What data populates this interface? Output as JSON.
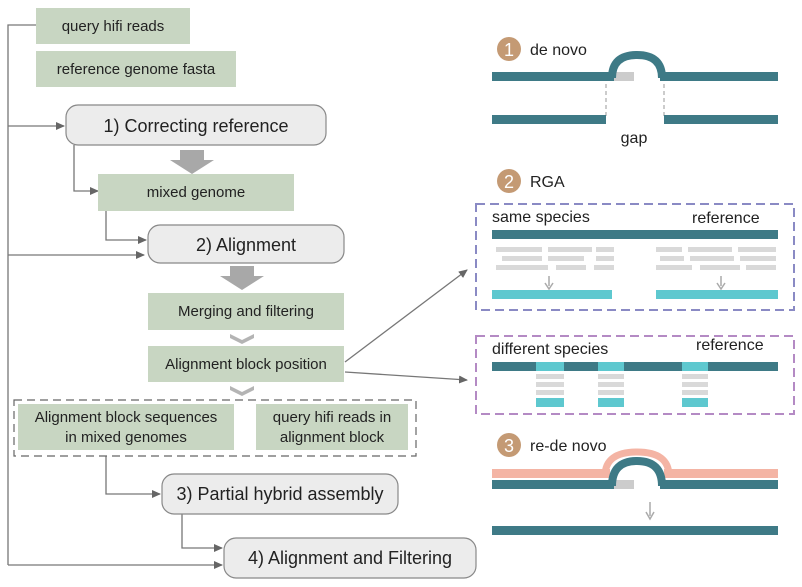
{
  "inputs": {
    "query_reads": "query hifi reads",
    "reference_fasta": "reference genome fasta"
  },
  "steps": {
    "step1": "1) Correcting reference",
    "mixed_genome": "mixed genome",
    "step2": "2)  Alignment",
    "merging": "Merging and filtering",
    "block_position": "Alignment block position",
    "block_sequences_line1": "Alignment block sequences",
    "block_sequences_line2": "in mixed genomes",
    "query_in_block_line1": "query hifi reads in",
    "query_in_block_line2": "alignment block",
    "step3": "3) Partial hybrid assembly",
    "step4": "4)  Alignment and Filtering"
  },
  "panels": {
    "p1_number": "1",
    "p1_title": "de novo",
    "gap_label": "gap",
    "p2_number": "2",
    "p2_title": "RGA",
    "same_species": "same species",
    "reference_a": "reference",
    "different_species": "different species",
    "reference_b": "reference",
    "p3_number": "3",
    "p3_title": "re-de novo"
  },
  "colors": {
    "green_box": "#c8d6c2",
    "gray_box": "#ececec",
    "teal_bar": "#3e7a86",
    "cyan_bar": "#5ec8cf",
    "salmon_bar": "#f4b4a4",
    "badge": "#c49a74",
    "dash_blue": "#8a8ac4",
    "dash_purple": "#b48ac4",
    "read_gray": "#d9d9d9",
    "line_gray": "#666666"
  }
}
